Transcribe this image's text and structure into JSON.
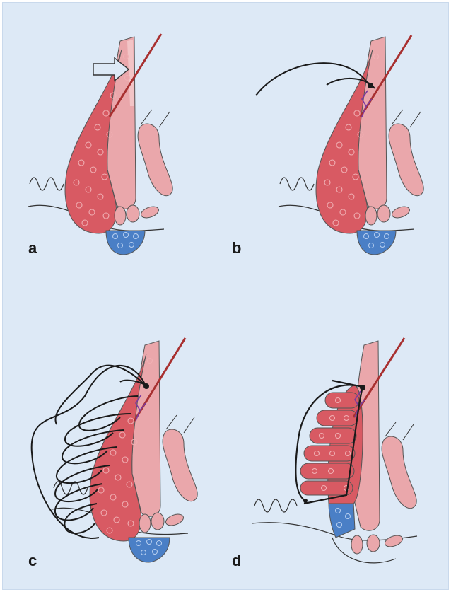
{
  "panels": [
    {
      "label": "a"
    },
    {
      "label": "b"
    },
    {
      "label": "c"
    },
    {
      "label": "d"
    }
  ],
  "colors": {
    "background": "#dde9f6",
    "mass": "#d85a63",
    "mucosa": "#eaa7ab",
    "vessel": "#a83030",
    "suture": "#1a1a1a",
    "stain": "#4a7fc6",
    "plexus": "#7b3aa0"
  }
}
